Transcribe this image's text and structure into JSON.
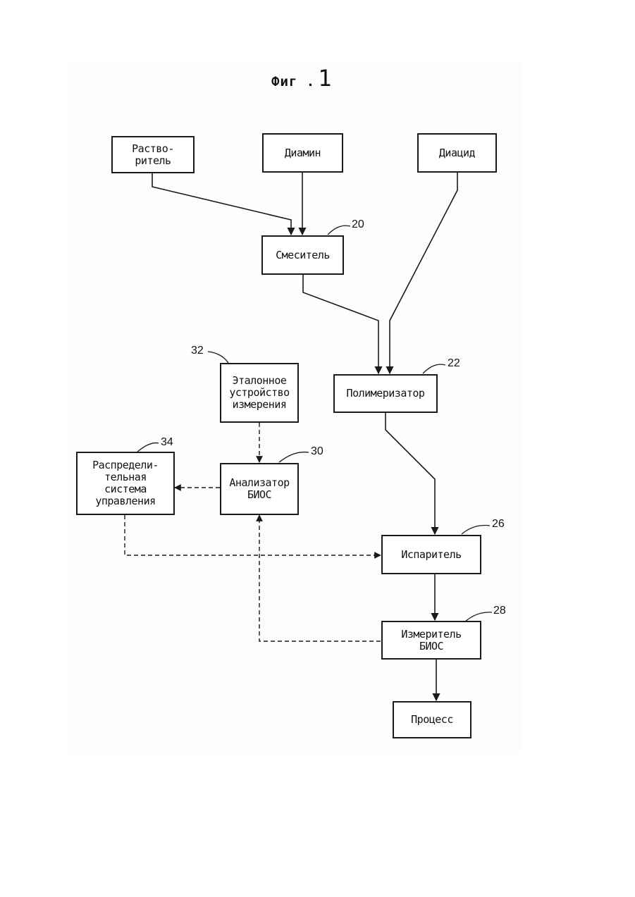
{
  "figure": {
    "title_word": "Фиг .",
    "title_number": "1"
  },
  "blocks": {
    "solvent": "Раство-\nритель",
    "diamine": "Диамин",
    "diacid": "Диацид",
    "mixer": "Смеситель",
    "polymerizer": "Полимеризатор",
    "reference_meter": "Эталонное\nустройство\nизмерения",
    "analyzer": "Анализатор\nБИОС",
    "distributed_control": "Распредели-\nтельная\nсистема\nуправления",
    "evaporator": "Испаритель",
    "meter": "Измеритель\nБИОС",
    "process": "Процесс"
  },
  "refs": {
    "mixer": "20",
    "polymerizer": "22",
    "evaporator": "26",
    "meter": "28",
    "analyzer": "30",
    "reference_meter": "32",
    "distributed_control": "34"
  },
  "colors": {
    "line": "#1a1a1a",
    "background": "#ffffff"
  }
}
